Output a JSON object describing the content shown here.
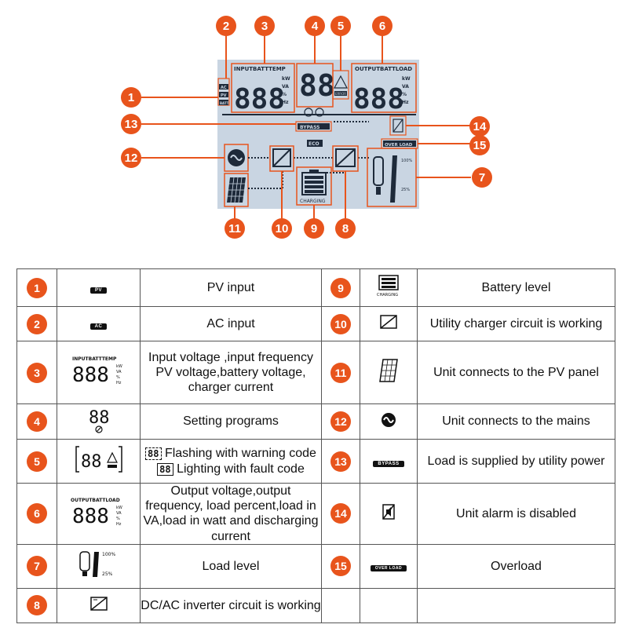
{
  "lcd": {
    "labels": {
      "input_header": "INPUTBATTTEMP",
      "output_header": "OUTPUTBATTLOAD",
      "ac": "AC",
      "pv": "PV",
      "batt": "BATT",
      "units_left": [
        "kW",
        "VA",
        "%",
        "Hz"
      ],
      "units_right": [
        "kW",
        "VA",
        "%",
        "Hz"
      ],
      "digits_left": "888",
      "digits_mid": "88",
      "digits_right": "888",
      "bypass": "BYPASS",
      "eco": "ECO",
      "overload": "OVER LOAD",
      "charging": "CHARGING",
      "pct100": "100%",
      "pct25": "25%",
      "error": "ERROR"
    },
    "callouts": [
      "1",
      "2",
      "3",
      "4",
      "5",
      "6",
      "7",
      "8",
      "9",
      "10",
      "11",
      "12",
      "13",
      "14",
      "15"
    ]
  },
  "legend": {
    "rows": [
      {
        "left": {
          "num": "1",
          "icon": "pv-pill-icon",
          "icon_text": "PV",
          "desc": "PV input"
        },
        "right": {
          "num": "9",
          "icon": "battery-level-icon",
          "icon_text": "CHARGING",
          "desc": "Battery level"
        }
      },
      {
        "left": {
          "num": "2",
          "icon": "ac-pill-icon",
          "icon_text": "AC",
          "desc": "AC input"
        },
        "right": {
          "num": "10",
          "icon": "utility-charger-icon",
          "desc": "Utility charger circuit is working"
        }
      },
      {
        "left": {
          "num": "3",
          "icon": "input-display-icon",
          "icon_text": "INPUTBATTTEMP",
          "desc": "Input voltage ,input frequency PV voltage,battery voltage, charger current"
        },
        "right": {
          "num": "11",
          "icon": "pv-panel-icon",
          "desc": "Unit connects to the PV panel"
        }
      },
      {
        "left": {
          "num": "4",
          "icon": "setting-display-icon",
          "desc": "Setting programs"
        },
        "right": {
          "num": "12",
          "icon": "mains-icon",
          "desc": "Unit connects to the mains"
        }
      },
      {
        "left": {
          "num": "5",
          "icon": "warning-display-icon",
          "desc_lines": [
            "Flashing with warning code",
            "Lighting with fault code"
          ]
        },
        "right": {
          "num": "13",
          "icon": "bypass-pill-icon",
          "icon_text": "BYPASS",
          "desc": "Load is supplied by utility power"
        }
      },
      {
        "left": {
          "num": "6",
          "icon": "output-display-icon",
          "icon_text": "OUTPUTBATTLOAD",
          "desc": "Output voltage,output frequency, load percent,load in VA,load in watt and discharging current"
        },
        "right": {
          "num": "14",
          "icon": "alarm-disabled-icon",
          "desc": "Unit alarm is disabled"
        }
      },
      {
        "left": {
          "num": "7",
          "icon": "load-level-icon",
          "icon_text_top": "100%",
          "icon_text_bottom": "25%",
          "desc": "Load level"
        },
        "right": {
          "num": "15",
          "icon": "overload-pill-icon",
          "icon_text": "OVER LOAD",
          "desc": "Overload"
        }
      },
      {
        "left": {
          "num": "8",
          "icon": "inverter-icon",
          "desc": "DC/AC inverter circuit is working"
        },
        "right": {
          "num": "",
          "icon": "",
          "desc": ""
        }
      }
    ]
  },
  "colors": {
    "accent": "#e8541c",
    "lcd_bg": "#c9d5e2",
    "lcd_ink": "#1e2a3a"
  }
}
